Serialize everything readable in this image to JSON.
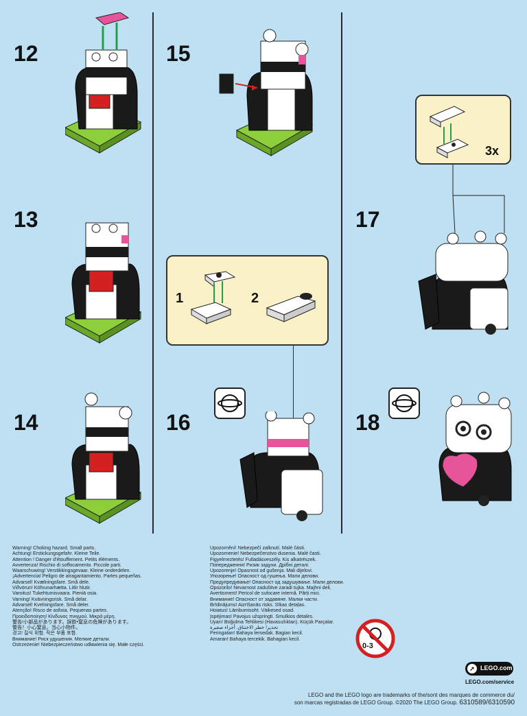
{
  "steps": [
    {
      "number": "12"
    },
    {
      "number": "13"
    },
    {
      "number": "14"
    },
    {
      "number": "15"
    },
    {
      "number": "16"
    },
    {
      "number": "17"
    },
    {
      "number": "18"
    }
  ],
  "callout_16": {
    "sub1": "1",
    "sub2": "2"
  },
  "callout_17": {
    "multiplier": "3x"
  },
  "warnings_left": [
    "Warning! Choking hazard. Small parts.",
    "Achtung! Erstickungsgefahr. Kleine Teile.",
    "Attention ! Danger d'étouffement. Petits éléments.",
    "Avvertenza! Rischio di soffocamento. Piccole parti.",
    "Waarschuwing! Verstikkingsgevaar. Kleine onderdelen.",
    "¡Advertencia! Peligro de atragantamiento. Partes pequeñas.",
    "Advarsel! Kvælningsfare. Små dele.",
    "Viðvörun! Köfnunarhætta. Litlir hlutir.",
    "Varoitus! Tukehtumisvaara. Pieniä osia.",
    "Varning! Kvävningsrisk. Små delar.",
    "Advarsel! Kvelningsfare. Små deler.",
    "Atenção! Risco de asfixia. Pequenas partes.",
    "Προειδοποίηση! Κίνδυνος πνιγμού. Μικρά μέρη.",
    "警告!小部品があります。誤飲•窒息の危険があります。",
    "警告！小心窒息。当心小物件。",
    "경고! 질식 위험. 작은 부품 포함.",
    "Внимание! Риск удушения. Мелкие детали.",
    "Ostrzeżenie! Niebezpieczeństwo udławienia się. Małe części."
  ],
  "warnings_right": [
    "Upozornění! Nebezpečí zalknutí. Malé části.",
    "Upozornenie! Nebezpečenstvo dusenia. Malé časti.",
    "Figyelmeztetés! Fulladásveszély. Kis alkatrészek.",
    "Попередження! Ризик задухи. Дрібні деталі.",
    "Upozorenje! Opasnost od gušenja. Mali dijelovi.",
    "Упозорење! Опасност од гушења. Мали делови.",
    "Предупредување! Опасност од задушување. Мали делови.",
    "Opozorilo! Nevarnost zadušitve zaradi tujka. Majhni deli.",
    "Avertisment! Pericol de sufocare internă. Părți mici.",
    "Внимание! Опасност от задавяне. Малки части.",
    "Brīdinājums! Aizrīšanās risks. Sīkas detaļas.",
    "Hoiatus! Lämbumisoht. Väikesed osad.",
    "Įspėjimas! Pavojus užspringti. Smulkios detalės.",
    "Uyarı! Boğulma Tehlikesi (Havasızlıktan). Küçük Parçalar.",
    "تحذير! خطر الاختناق. أجزاء صغيرة",
    "Peringatan! Bahaya tersedak. Bagian kecil.",
    "Amaran! Bahaya tercekik. Bahagian kecil."
  ],
  "age_badge": "0-3",
  "lego_link": "LEGO.com",
  "service_link": "LEGO.com/service",
  "legal": {
    "line1": "LEGO and the LEGO logo are trademarks of the/sont des marques de commerce du/",
    "line2": "son marcas registradas de LEGO Group. ©2020 The LEGO Group.",
    "codes": "6310589/6310590"
  },
  "colors": {
    "background": "#bfe0f2",
    "callout": "#fbf1c8",
    "baseplate": "#8ccf3a",
    "accent_pink": "#e8549a",
    "accent_red": "#d42020",
    "arrow_green": "#1aa34a"
  }
}
